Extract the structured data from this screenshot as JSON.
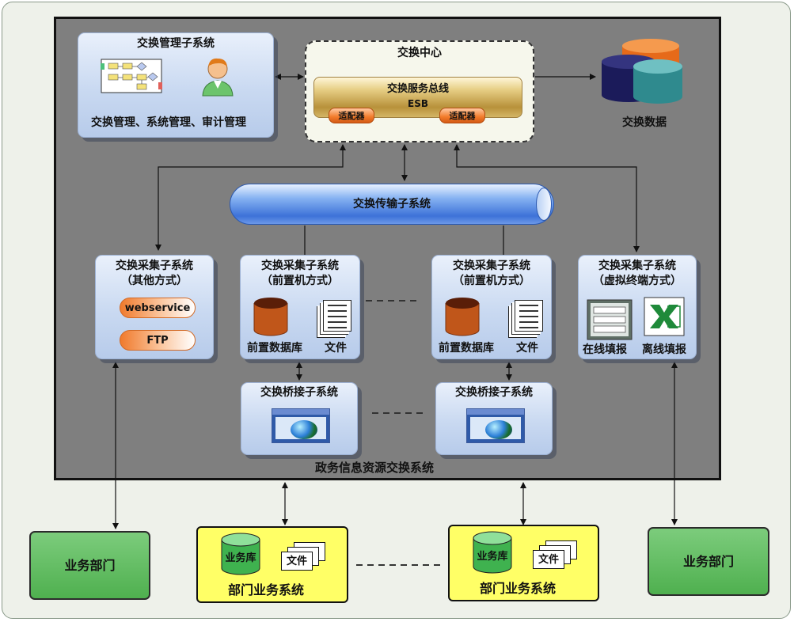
{
  "management": {
    "title": "交换管理子系统",
    "functions": "交换管理、系统管理、审计管理"
  },
  "center": {
    "title": "交换中心",
    "bus_title": "交换服务总线",
    "bus_sub": "ESB",
    "adapter_left": "适配器",
    "adapter_right": "适配器"
  },
  "exchange_data": {
    "label": "交换数据"
  },
  "transport": {
    "label": "交换传输子系统"
  },
  "collect_other": {
    "title": "交换采集子系统",
    "subtitle": "（其他方式）",
    "methods": [
      "webservice",
      "FTP"
    ]
  },
  "collect_front_left": {
    "title": "交换采集子系统",
    "subtitle": "（前置机方式）",
    "db_label": "前置数据库",
    "file_label": "文件"
  },
  "collect_front_right": {
    "title": "交换采集子系统",
    "subtitle": "（前置机方式）",
    "db_label": "前置数据库",
    "file_label": "文件"
  },
  "collect_virtual": {
    "title": "交换采集子系统",
    "subtitle": "（虚拟终端方式）",
    "online_label": "在线填报",
    "offline_label": "离线填报"
  },
  "bridge_left": {
    "title": "交换桥接子系统"
  },
  "bridge_right": {
    "title": "交换桥接子系统"
  },
  "system_title": "政务信息资源交换系统",
  "dept_left": "业务部门",
  "dept_right": "业务部门",
  "dept_system_left": {
    "db": "业务库",
    "file": "文件",
    "label": "部门业务系统"
  },
  "dept_system_right": {
    "db": "业务库",
    "file": "文件",
    "label": "部门业务系统"
  },
  "colors": {
    "frame_bg": "#7f7f7f",
    "panel": "#c9d9f1",
    "dept_green": "#5cb85c",
    "dept_system_yellow": "#ffff66",
    "tube_blue": "#3d72d8",
    "adapter_orange": "#f27b2a"
  },
  "icons": [
    "workflow-icon",
    "user-icon",
    "database-icon",
    "document-icon",
    "window-globe-icon",
    "form-icon",
    "excel-icon"
  ]
}
